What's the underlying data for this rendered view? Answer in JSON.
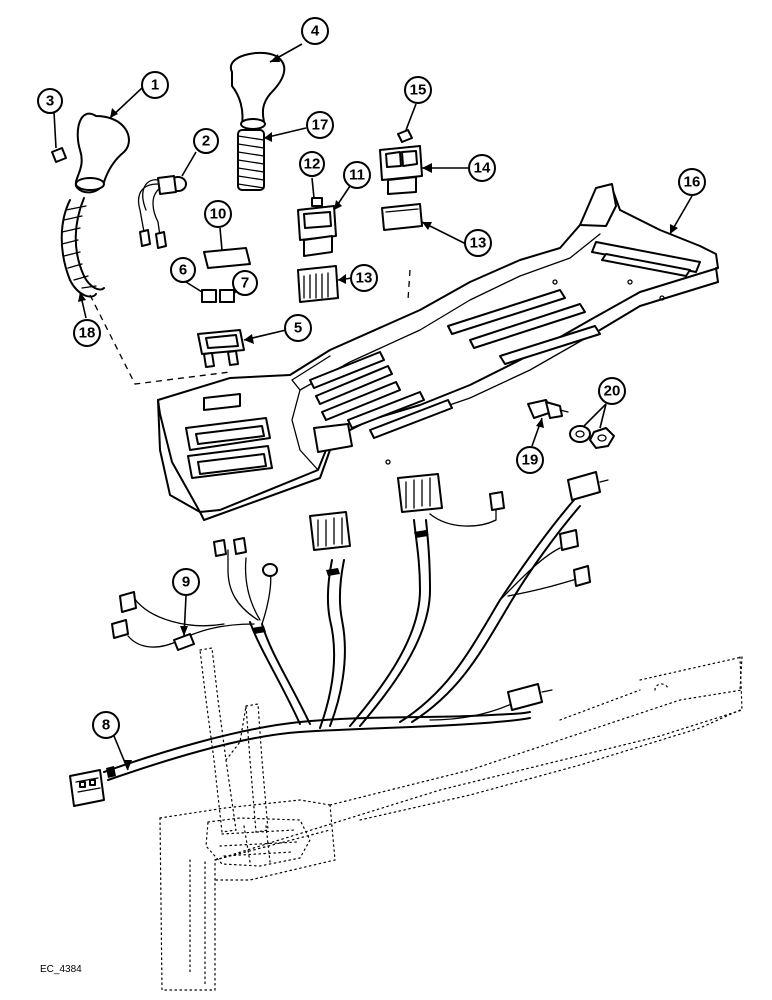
{
  "diagram": {
    "callouts": [
      {
        "id": "c1",
        "label": "1"
      },
      {
        "id": "c2",
        "label": "2"
      },
      {
        "id": "c3",
        "label": "3"
      },
      {
        "id": "c4",
        "label": "4"
      },
      {
        "id": "c5",
        "label": "5"
      },
      {
        "id": "c6",
        "label": "6"
      },
      {
        "id": "c7",
        "label": "7"
      },
      {
        "id": "c8",
        "label": "8"
      },
      {
        "id": "c9",
        "label": "9"
      },
      {
        "id": "c10",
        "label": "10"
      },
      {
        "id": "c11",
        "label": "11"
      },
      {
        "id": "c12",
        "label": "12"
      },
      {
        "id": "c13a",
        "label": "13"
      },
      {
        "id": "c13b",
        "label": "13"
      },
      {
        "id": "c14",
        "label": "14"
      },
      {
        "id": "c15",
        "label": "15"
      },
      {
        "id": "c16",
        "label": "16"
      },
      {
        "id": "c17",
        "label": "17"
      },
      {
        "id": "c18",
        "label": "18"
      },
      {
        "id": "c19",
        "label": "19"
      },
      {
        "id": "c20",
        "label": "20"
      }
    ],
    "reference_code": "EC_4384"
  }
}
